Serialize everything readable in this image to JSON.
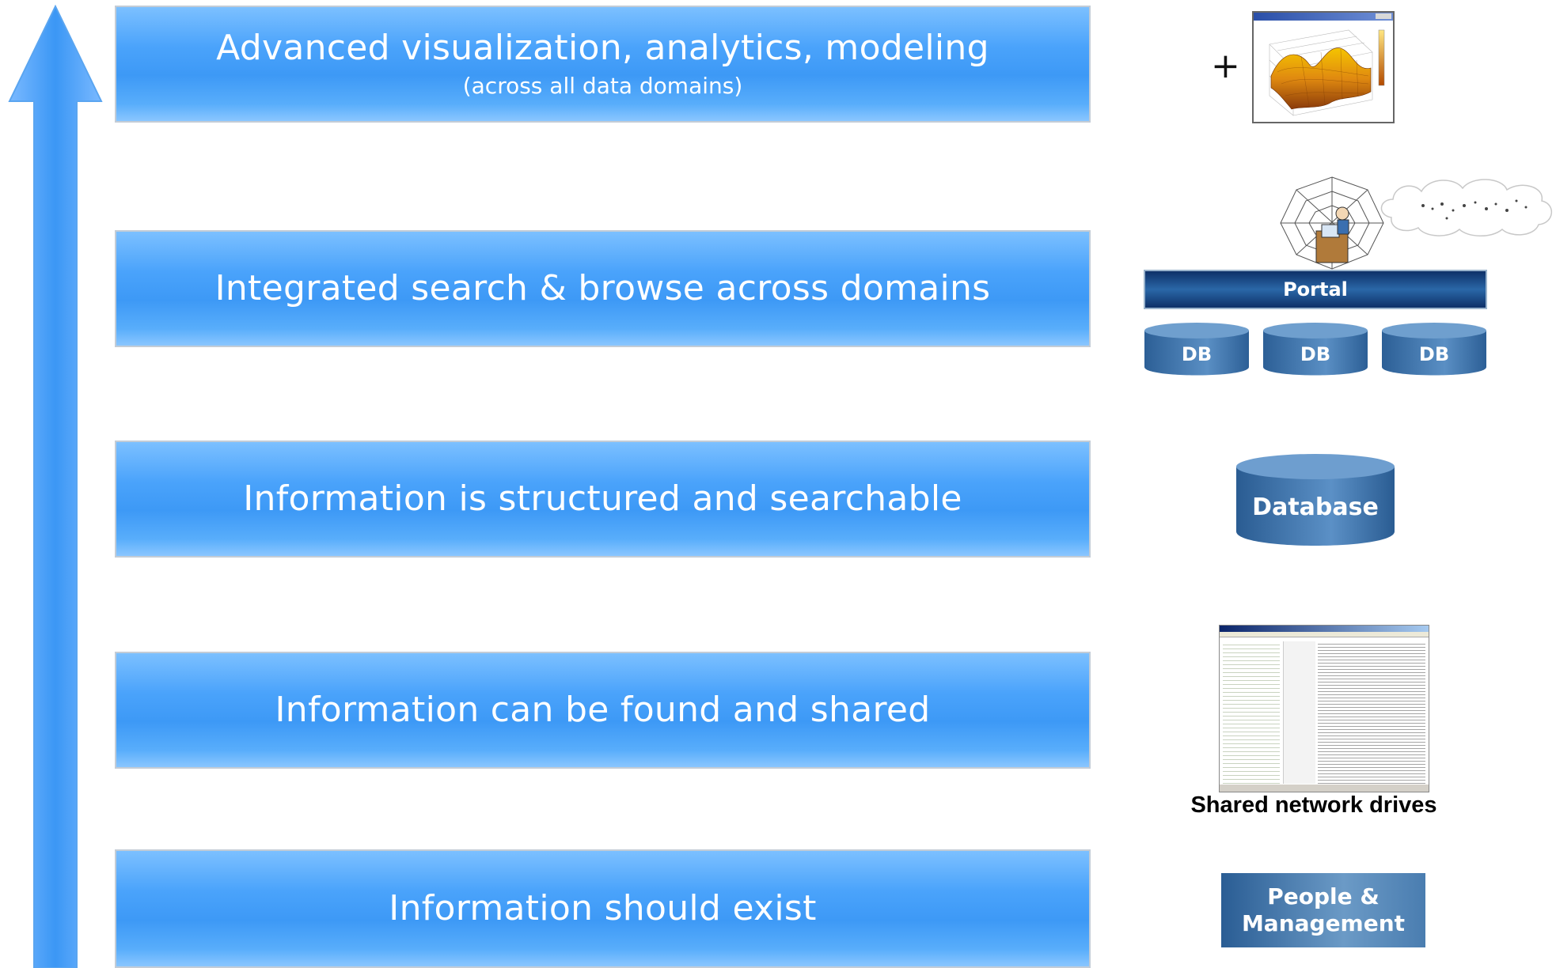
{
  "levels": [
    {
      "main": "Advanced visualization, analytics, modeling",
      "sub": "(across all data domains)"
    },
    {
      "main": "Integrated search & browse across domains"
    },
    {
      "main": "Information is structured and searchable"
    },
    {
      "main": "Information can be found and shared"
    },
    {
      "main": "Information should exist"
    }
  ],
  "icons": {
    "plus": "+",
    "portal": "Portal",
    "db": [
      "DB",
      "DB",
      "DB"
    ],
    "database": "Database",
    "shared_caption": "Shared network drives",
    "people": "People & Management"
  },
  "colors": {
    "bar": "#4aa3fb",
    "arrow": "#3d99f6",
    "db": "#2f6aa3",
    "portal": "#0e3068"
  }
}
